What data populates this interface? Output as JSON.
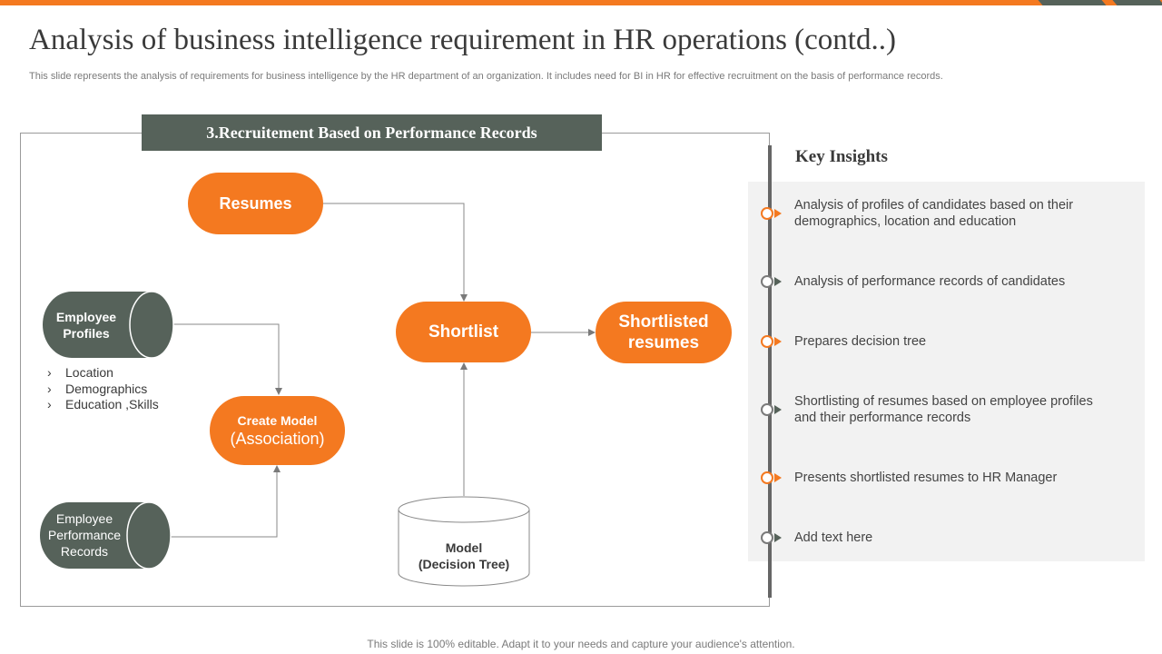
{
  "slide": {
    "title": "Analysis of business intelligence requirement in HR operations (contd..)",
    "subtitle": "This slide represents the analysis of requirements for business intelligence by the HR department of an organization. It includes need for BI in HR for effective recruitment on the basis of performance records.",
    "footer": "This slide is 100% editable. Adapt it to your needs and capture your audience's attention."
  },
  "diagram": {
    "header": "3.Recruitement Based on Performance Records",
    "resumes": "Resumes",
    "shortlist": "Shortlist",
    "shortlisted_resumes": "Shortlisted resumes",
    "employee_profiles": "Employee Profiles",
    "employee_performance_records": "Employee Performance Records",
    "create_model": "Create Model",
    "association": "(Association)",
    "model": "Model",
    "decision_tree": "(Decision Tree)",
    "profile_items": [
      "Location",
      "Demographics",
      "Education ,Skills"
    ]
  },
  "insights": {
    "title": "Key Insights",
    "items": [
      "Analysis of profiles of candidates based on their demographics, location and education",
      "Analysis of performance records of candidates",
      "Prepares decision tree",
      "Shortlisting of resumes based on employee profiles and their performance records",
      "Presents shortlisted resumes to HR Manager",
      "Add text here"
    ]
  },
  "colors": {
    "accent_orange": "#f47920",
    "dark_green": "#56625a",
    "panel_gray": "#f2f2f2"
  }
}
